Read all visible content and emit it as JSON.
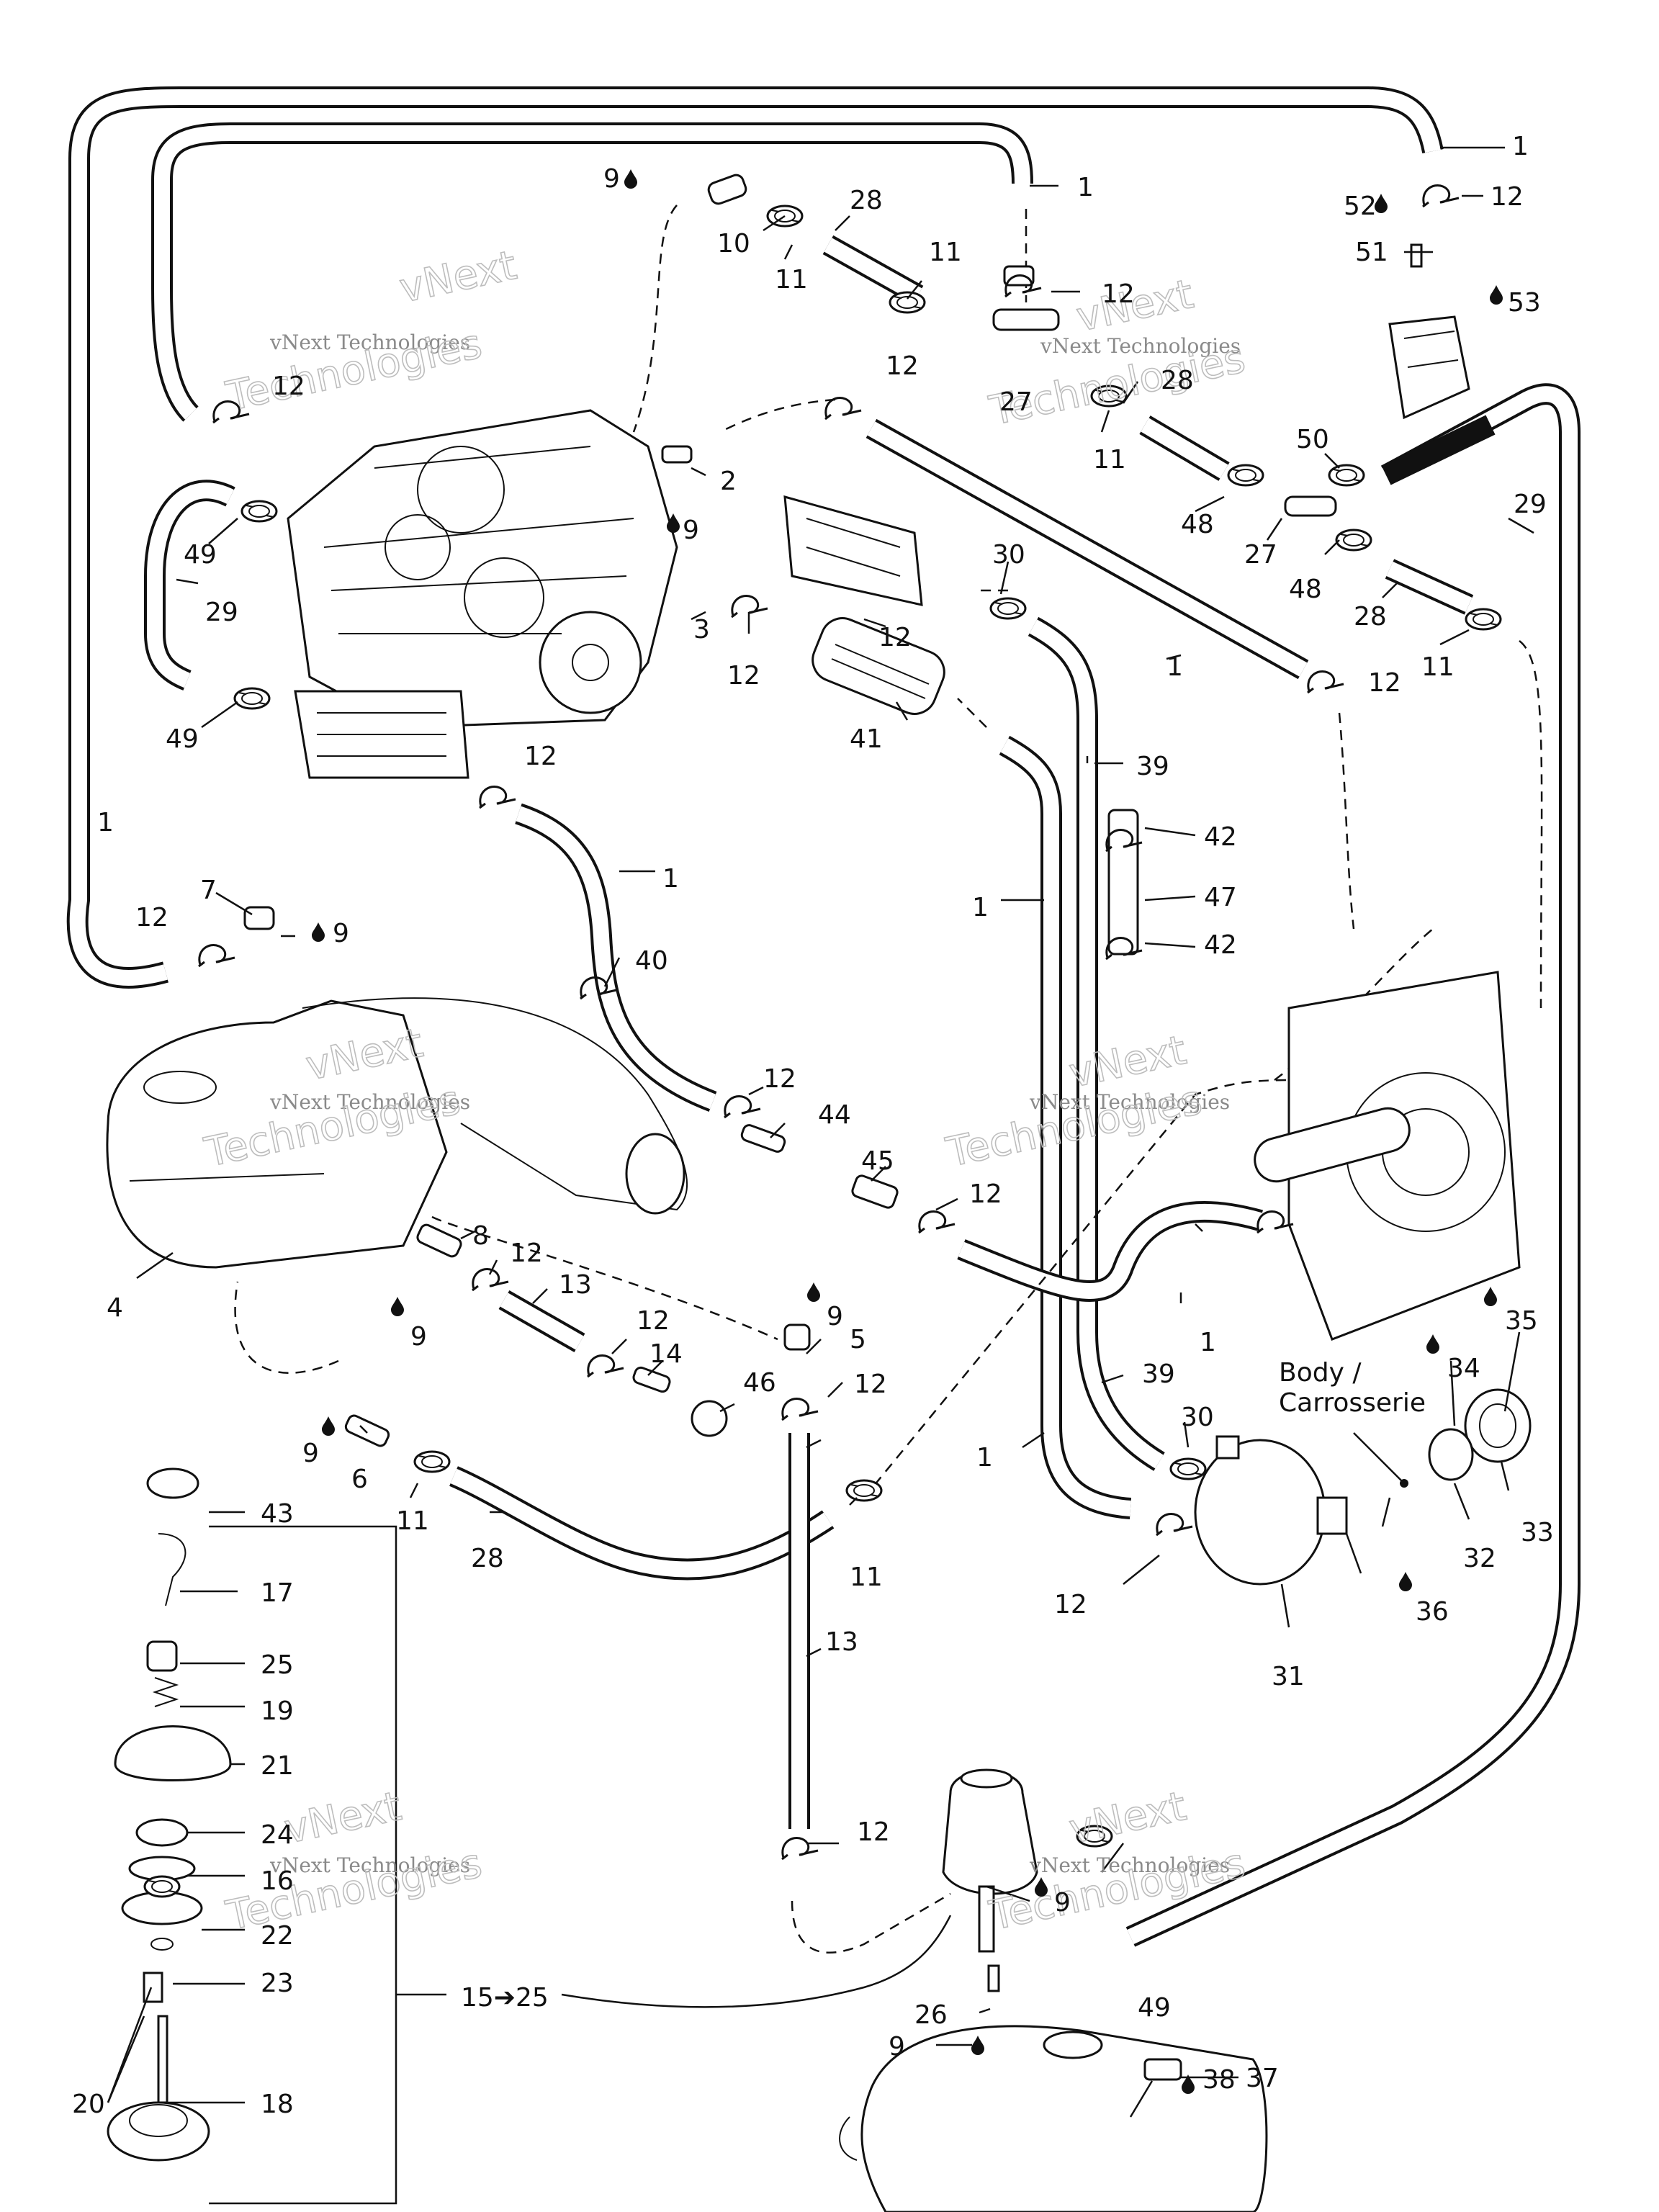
{
  "labels": {
    "l1_top": "1",
    "l1_b": "1",
    "l52": "52",
    "l12_top": "12",
    "l51": "51",
    "l53": "53",
    "l9_a": "9",
    "l10": "10",
    "l28_a": "28",
    "l11_a": "11",
    "l11_b": "11",
    "l12_b": "12",
    "l12_c": "12",
    "l27_a": "27",
    "l28_b": "28",
    "l12_d": "12",
    "l11_c": "11",
    "l2": "2",
    "l50": "50",
    "l48_a": "48",
    "l27_b": "27",
    "l48_b": "48",
    "l28_c": "28",
    "l29_a": "29",
    "l29_b": "29",
    "l49_a": "49",
    "l9_b": "9",
    "l30_a": "30",
    "l3": "3",
    "l12_e": "12",
    "l12_f": "12",
    "l1_c": "1",
    "l11_d": "11",
    "l12_g": "12",
    "l49_b": "49",
    "l41": "41",
    "l39_a": "39",
    "l12_h": "12",
    "l42_a": "42",
    "l1_d": "1",
    "l47": "47",
    "l1_e": "1",
    "l42_b": "42",
    "l7": "7",
    "l12_i": "12",
    "l9_c": "9",
    "l40": "40",
    "l1_f": "1",
    "l12_j": "12",
    "l44": "44",
    "l45": "45",
    "l12_k": "12",
    "l8": "8",
    "l12_l": "12",
    "l4": "4",
    "l13_a": "13",
    "l9_d": "9",
    "l12_m": "12",
    "l1_g": "1",
    "l14": "14",
    "l9_e": "9",
    "l5": "5",
    "l35": "35",
    "l46": "46",
    "l12_n": "12",
    "l34": "34",
    "l39_b": "39",
    "l9_f": "9",
    "l6": "6",
    "l1_h": "1",
    "l30_b": "30",
    "l11_e": "11",
    "l28_d": "28",
    "l11_f": "11",
    "l32": "32",
    "l33": "33",
    "l12_o": "12",
    "l36": "36",
    "l43": "43",
    "l17": "17",
    "l13_b": "13",
    "l31": "31",
    "l25": "25",
    "l19": "19",
    "l21": "21",
    "l24": "24",
    "l16": "16",
    "l22": "22",
    "l23": "23",
    "l12_p": "12",
    "l9_g": "9",
    "l49_c": "49",
    "l15_25": "15➔25",
    "l26": "26",
    "l9_h": "9",
    "l20": "20",
    "l18": "18",
    "l37": "37",
    "l38": "38"
  },
  "body_label": {
    "line1": "Body /",
    "line2": "Carrosserie"
  },
  "watermark": {
    "line1": "vNext Technologies",
    "line2a": "vNext",
    "line2b": "Technologies"
  },
  "icons": {
    "drop": "sealant-drop-icon"
  }
}
